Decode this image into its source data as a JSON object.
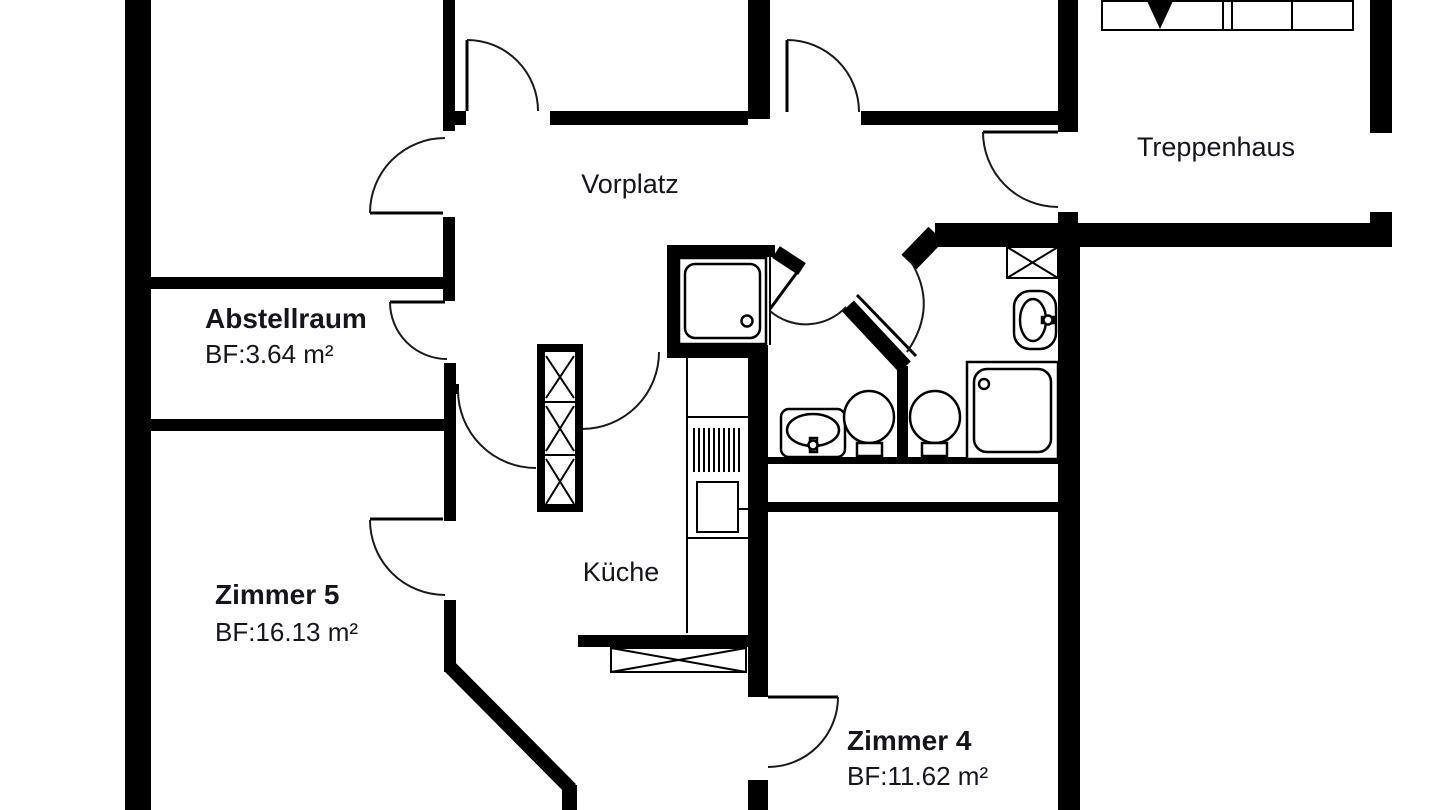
{
  "rooms": {
    "vorplatz": {
      "label": "Vorplatz"
    },
    "treppenhaus": {
      "label": "Treppenhaus"
    },
    "abstellraum": {
      "label": "Abstellraum",
      "area": "BF:3.64 m²"
    },
    "zimmer5": {
      "label": "Zimmer 5",
      "area": "BF:16.13 m²"
    },
    "kueche": {
      "label": "Küche"
    },
    "zimmer4": {
      "label": "Zimmer 4",
      "area": "BF:11.62 m²"
    }
  },
  "fixtures": [
    "shower",
    "kitchen-shaft",
    "kitchen-counter",
    "stove",
    "radiator-box",
    "washbasin",
    "toilet",
    "toilet",
    "bathtub",
    "sink",
    "washing-machine",
    "stairs"
  ],
  "colors": {
    "wall": "#000000",
    "label": "#15151e",
    "background": "#ffffff"
  }
}
